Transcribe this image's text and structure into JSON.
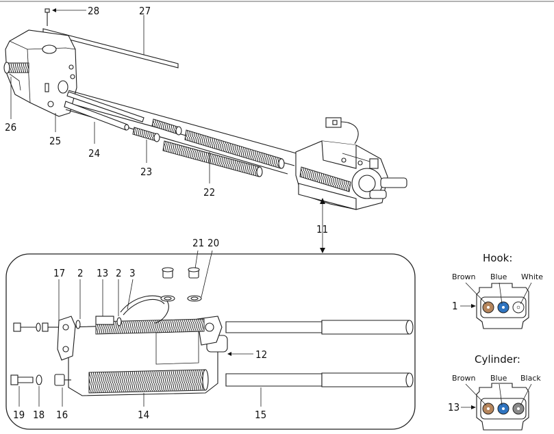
{
  "callouts": {
    "c28": "28",
    "c27": "27",
    "c26": "26",
    "c25": "25",
    "c24": "24",
    "c23": "23",
    "c22": "22",
    "c11": "11",
    "c21": "21",
    "c20": "20",
    "c17": "17",
    "c2a": "2",
    "c13": "13",
    "c2b": "2",
    "c3": "3",
    "c12": "12",
    "c19": "19",
    "c18": "18",
    "c16": "16",
    "c14": "14",
    "c15": "15"
  },
  "hook_connector": {
    "title": "Hook:",
    "callout": "1",
    "pins": [
      "Brown",
      "Blue",
      "White"
    ]
  },
  "cylinder_connector": {
    "title": "Cylinder:",
    "callout": "13",
    "pins": [
      "Brown",
      "Blue",
      "Black"
    ]
  },
  "pin_colors": {
    "brown": "#b5855c",
    "blue": "#2f74c0",
    "white": "#ffffff",
    "black": "#8a8a8a"
  }
}
